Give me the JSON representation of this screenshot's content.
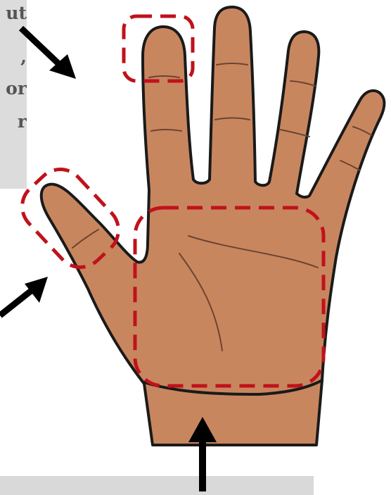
{
  "figure": {
    "caption_fragment_lines": [
      "ut",
      ",",
      "or",
      "r"
    ],
    "bottom_caption": "",
    "colors": {
      "skin": "#c8865f",
      "outline": "#1a1a1a",
      "crease": "#6b4431",
      "highlight_dash": "#c0121b",
      "arrow": "#000000",
      "caption_box": "#dcdcdc",
      "caption_text": "#555555"
    },
    "highlighted_regions": [
      "fingertip",
      "thumb",
      "palm"
    ],
    "arrows": [
      "arrow-to-fingertip",
      "arrow-to-thumb",
      "arrow-to-wrist"
    ]
  }
}
